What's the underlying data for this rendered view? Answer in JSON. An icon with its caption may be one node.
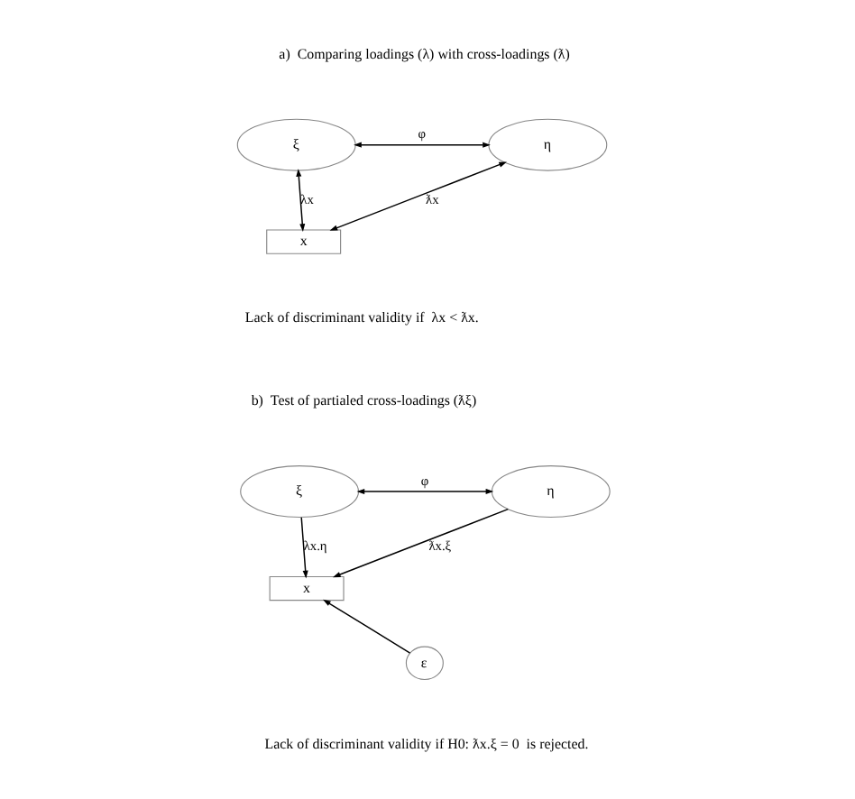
{
  "diagram": {
    "nodes": [
      {
        "text": [
          "ξ"
        ]
      },
      {
        "text": [
          "η"
        ]
      },
      {
        "text": [
          "x"
        ]
      },
      {
        "text": [
          "ξ"
        ]
      },
      {
        "text": [
          "η"
        ]
      },
      {
        "text": [
          "x"
        ]
      },
      {
        "text": [
          "ε"
        ]
      }
    ],
    "edges": [
      {
        "from": 0,
        "to": 1,
        "arrow": "both",
        "label": "φ"
      },
      {
        "from": 0,
        "to": 2,
        "arrow": "both",
        "label": "λx"
      },
      {
        "from": 1,
        "to": 2,
        "arrow": "both",
        "label": "ƛx"
      },
      {
        "from": 3,
        "to": 4,
        "arrow": "both",
        "label": "φ"
      },
      {
        "from": 3,
        "to": 5,
        "arrow": "to",
        "label": "λx.η"
      },
      {
        "from": 4,
        "to": 5,
        "arrow": "to",
        "label": "ƛx.ξ"
      },
      {
        "from": 6,
        "to": 5,
        "arrow": "to"
      }
    ],
    "labels": [
      "a)  Comparing loadings (λ) with cross-loadings (ƛ)",
      "Lack of discriminant validity if  λx < ƛx.",
      "b)  Test of partialed cross-loadings (ƛξ)",
      "Lack of discriminant validity if H0: ƛx.ξ = 0  is rejected."
    ]
  }
}
